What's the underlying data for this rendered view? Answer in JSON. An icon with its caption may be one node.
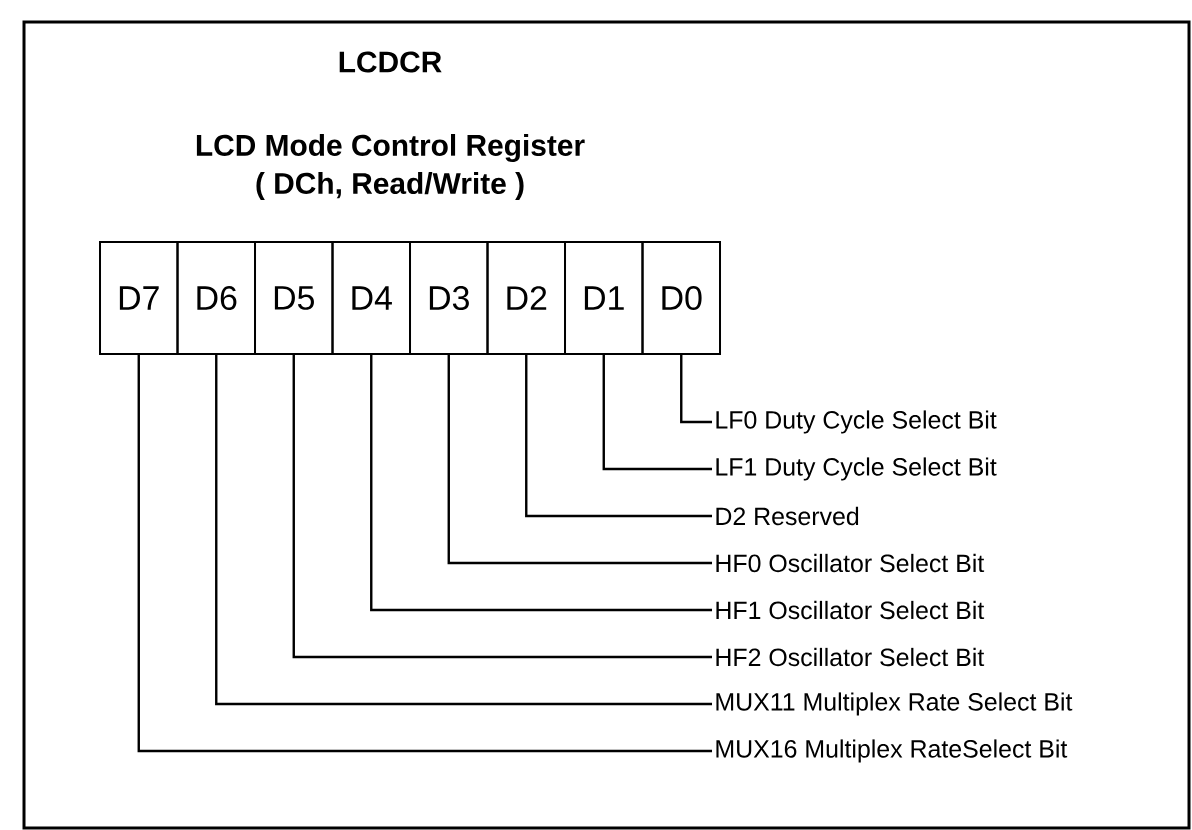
{
  "diagram": {
    "title": "LCDCR",
    "nodes": [
      {
        "text": [
          "D7"
        ]
      },
      {
        "text": [
          "D6"
        ]
      },
      {
        "text": [
          "D5"
        ]
      },
      {
        "text": [
          "D4"
        ]
      },
      {
        "text": [
          "D3"
        ]
      },
      {
        "text": [
          "D2"
        ]
      },
      {
        "text": [
          "D1"
        ]
      },
      {
        "text": [
          "D0"
        ]
      },
      {
        "text": [
          "LF0 Duty Cycle Select Bit"
        ]
      },
      {
        "text": [
          "LF1 Duty Cycle Select Bit"
        ]
      },
      {
        "text": [
          "D2 Reserved"
        ]
      },
      {
        "text": [
          "HF0 Oscillator Select Bit"
        ]
      },
      {
        "text": [
          "HF1 Oscillator Select Bit"
        ]
      },
      {
        "text": [
          "HF2 Oscillator Select Bit"
        ]
      },
      {
        "text": [
          "MUX11 Multiplex Rate Select Bit"
        ]
      },
      {
        "text": [
          "MUX16 Multiplex RateSelect Bit"
        ]
      }
    ],
    "edges": [
      {
        "from": 7,
        "to": 8,
        "arrow": "none"
      },
      {
        "from": 6,
        "to": 9,
        "arrow": "none"
      },
      {
        "from": 5,
        "to": 10,
        "arrow": "none"
      },
      {
        "from": 4,
        "to": 11,
        "arrow": "none"
      },
      {
        "from": 3,
        "to": 12,
        "arrow": "none"
      },
      {
        "from": 2,
        "to": 13,
        "arrow": "none"
      },
      {
        "from": 1,
        "to": 14,
        "arrow": "none"
      },
      {
        "from": 0,
        "to": 15,
        "arrow": "none"
      }
    ],
    "labels": [
      "LCD Mode Control Register",
      "( DCh, Read/Write )"
    ]
  }
}
